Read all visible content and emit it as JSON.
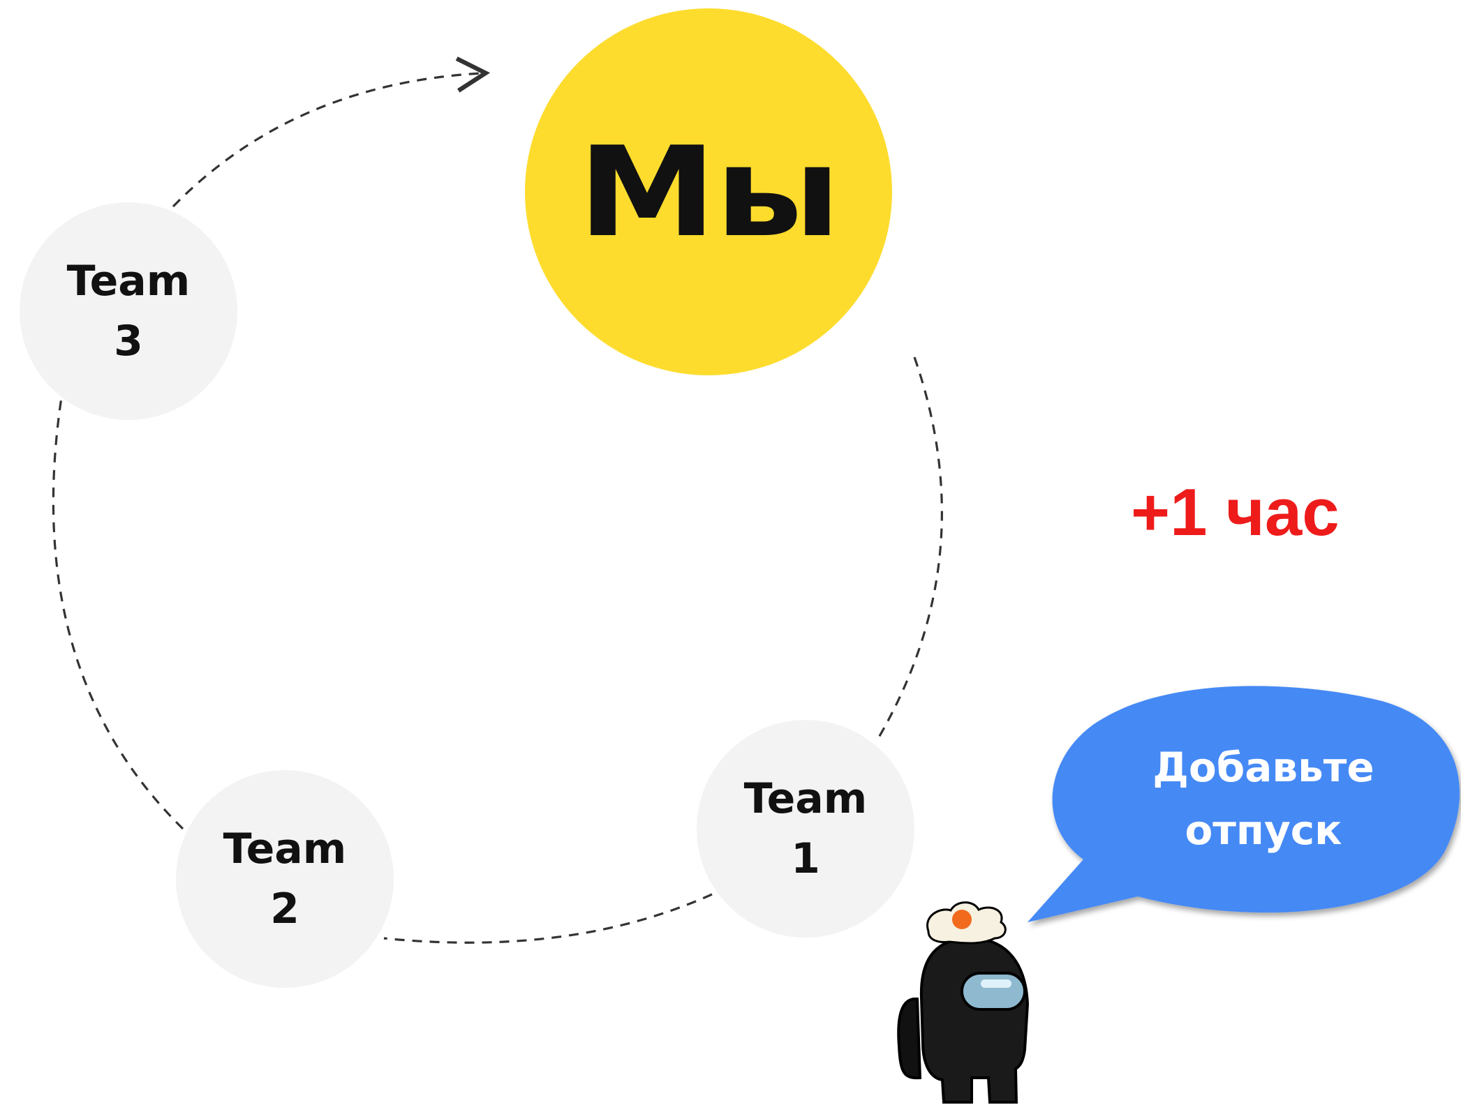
{
  "main_node": {
    "label": "Мы",
    "color": "#fddc2e"
  },
  "team_nodes": [
    {
      "line1": "Team",
      "line2": "3"
    },
    {
      "line1": "Team",
      "line2": "2"
    },
    {
      "line1": "Team",
      "line2": "1"
    }
  ],
  "time_note": {
    "text": "+1 час",
    "color": "#ee1b1b"
  },
  "speech_bubble": {
    "line1": "Добавьте",
    "line2": "отпуск",
    "color": "#4589f5"
  },
  "character": {
    "icon": "crewmate-icon",
    "body_color": "#1a1a1a",
    "hat": "fried-egg"
  },
  "cycle_arrow": {
    "style": "dashed",
    "direction": "clockwise"
  }
}
